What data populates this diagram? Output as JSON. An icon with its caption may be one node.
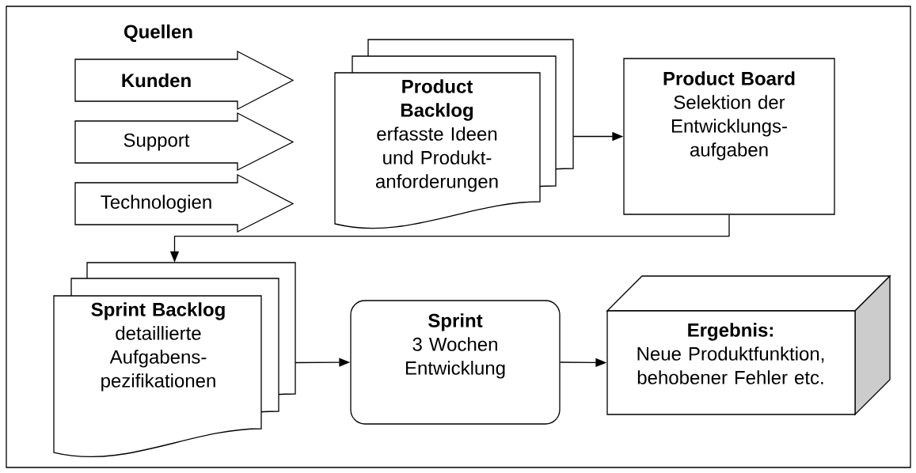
{
  "diagram": {
    "nodes": [
      {
        "text": [
          "Kunden"
        ]
      },
      {
        "text": [
          "Support"
        ]
      },
      {
        "text": [
          "Technologien"
        ]
      },
      {
        "text": [
          "Product Backlog",
          "erfasste Ideen und Produkt- anforderungen"
        ]
      },
      {
        "text": [
          "Product Board",
          "Selektion der Entwicklungs- aufgaben"
        ]
      },
      {
        "text": [
          "Sprint Backlog",
          "detaillierte Aufgabens- pezifikationen"
        ]
      },
      {
        "text": [
          "Sprint",
          "3 Wochen Entwicklung"
        ]
      },
      {
        "text": [
          "Ergebnis:",
          "Neue Produktfunktion, behobener Fehler etc."
        ]
      }
    ],
    "edges": [
      {
        "from": 3,
        "to": 4,
        "arrow": "to"
      },
      {
        "from": 4,
        "to": 5,
        "arrow": "to"
      },
      {
        "from": 5,
        "to": 6,
        "arrow": "to"
      },
      {
        "from": 6,
        "to": 7,
        "arrow": "to"
      }
    ],
    "labels": [
      "Quellen"
    ]
  }
}
